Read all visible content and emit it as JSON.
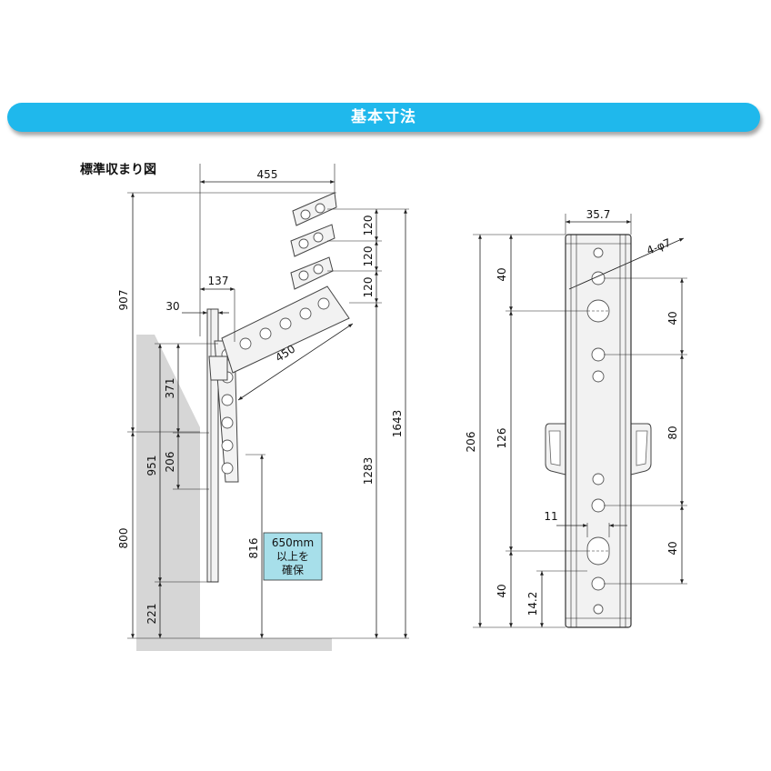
{
  "banner": {
    "title": "基本寸法"
  },
  "left_diagram": {
    "title": "標準収まり図",
    "dims": {
      "top_width": "455",
      "width_137": "137",
      "width_30": "30",
      "arm_length": "450",
      "h907": "907",
      "h371": "371",
      "h951": "951",
      "h206": "206",
      "h800": "800",
      "h221": "221",
      "h816": "816",
      "h1283": "1283",
      "h1643": "1643",
      "step1": "120",
      "step2": "120",
      "step3": "120"
    },
    "note_lines": [
      "650mm",
      "以上を",
      "確保"
    ]
  },
  "right_diagram": {
    "dims": {
      "width_35_7": "35.7",
      "hole_spec": "4-φ7",
      "total_206": "206",
      "left_40_top": "40",
      "left_126": "126",
      "left_40_bottom": "40",
      "left_14_2": "14.2",
      "right_40_top": "40",
      "right_80": "80",
      "right_40_bottom": "40",
      "slot_11": "11"
    }
  },
  "colors": {
    "banner": "#1fb8ec",
    "note_box": "#a7dfea",
    "wall": "#d6d6d6"
  }
}
